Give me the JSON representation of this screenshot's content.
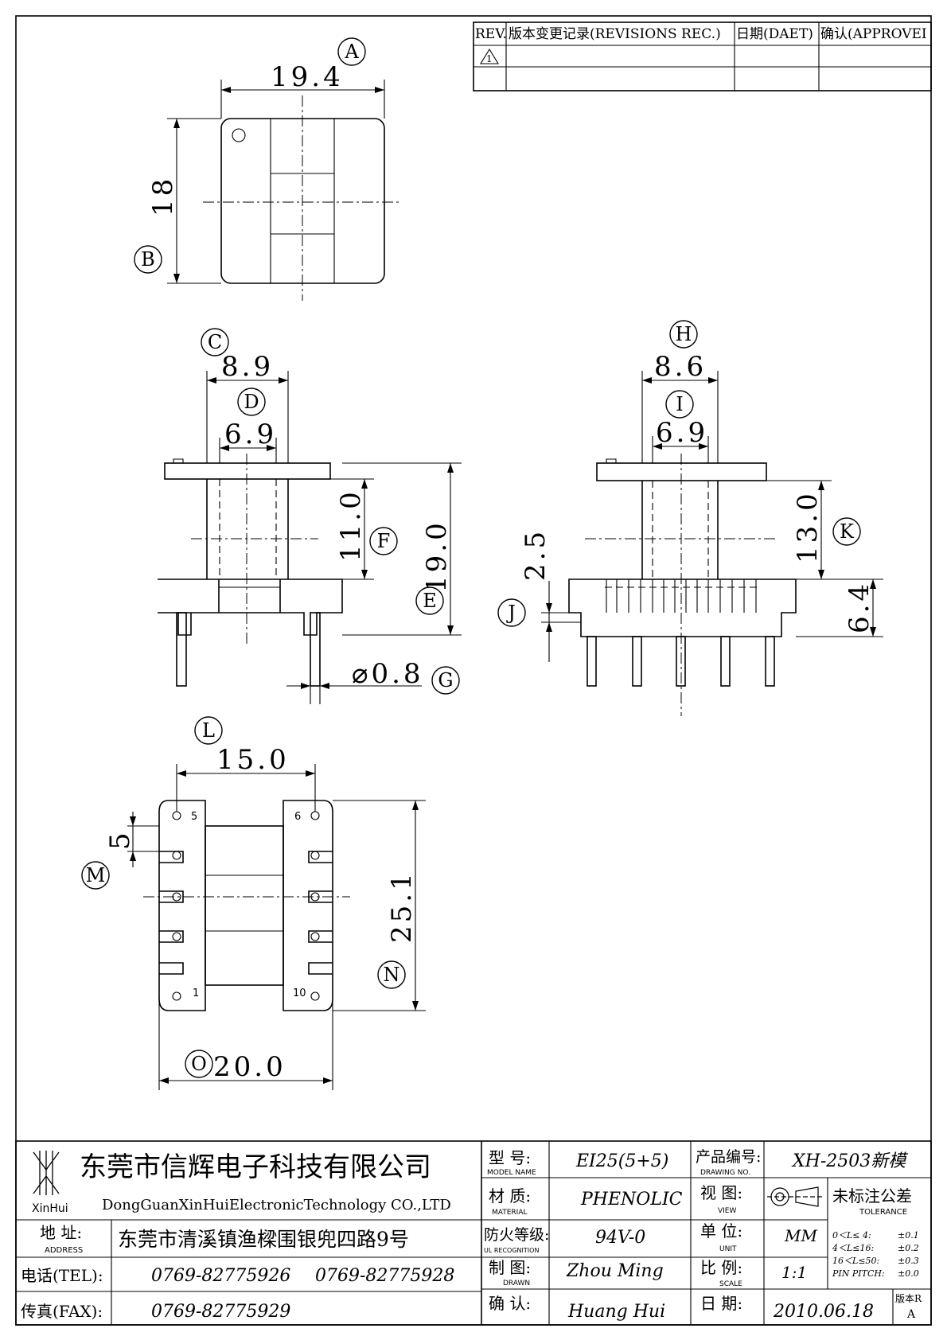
{
  "revision_table": {
    "headers": [
      "REV.",
      "版本变更记录(REVISIONS REC.)",
      "日期(DAET)",
      "确认(APPROVEI"
    ],
    "rev_symbol": "1"
  },
  "dimensions": {
    "A": "19.4",
    "B": "18",
    "C": "8.9",
    "D": "6.9",
    "F": "11.0",
    "E": "19.0",
    "G": "⌀0.8",
    "H": "8.6",
    "I": "6.9",
    "J": "2.5",
    "K": "13.0",
    "K2": "6.4",
    "M": "5",
    "L": "15.0",
    "N": "25.1",
    "O": "20.0"
  },
  "callouts": [
    "A",
    "B",
    "C",
    "D",
    "E",
    "F",
    "G",
    "H",
    "I",
    "J",
    "K",
    "L",
    "M",
    "N",
    "O"
  ],
  "pin_numbers": [
    "5",
    "6",
    "1",
    "10"
  ],
  "title_block": {
    "company_cn": "东莞市信辉电子科技有限公司",
    "company_en": "DongGuanXinHuiElectronicTechnology CO.,LTD",
    "logo_text": "XinHui",
    "address_label": "地  址:",
    "address_label_en": "ADDRESS",
    "address": "东莞市清溪镇渔樑围银兜四路9号",
    "tel_label": "电话(TEL):",
    "tel1": "0769-82775926",
    "tel2": "0769-82775928",
    "fax_label": "传真(FAX):",
    "fax": "0769-82775929",
    "model_label": "型  号:",
    "model_label_en": "MODEL NAME",
    "model": "EI25(5+5)",
    "material_label": "材  质:",
    "material_label_en": "MATERIAL",
    "material": "PHENOLIC",
    "fire_label": "防火等级:",
    "fire_label_en": "UL RECOGNITION",
    "fire": "94V-0",
    "drawn_label": "制  图:",
    "drawn_label_en": "DRAWN",
    "drawn": "Zhou Ming",
    "approve_label": "确  认:",
    "approve": "Huang Hui",
    "drawing_no_label": "产品编号:",
    "drawing_no_label_en": "DRAWING NO.",
    "drawing_no": "XH-2503新模",
    "view_label": "视  图:",
    "view_label_en": "VIEW",
    "unit_label": "单  位:",
    "unit_label_en": "UNIT",
    "unit": "MM",
    "scale_label": "比  例:",
    "scale_label_en": "SCALE",
    "scale": "1:1",
    "date_label": "日  期:",
    "date": "2010.06.18",
    "tolerance_title": "未标注公差",
    "tolerance_en": "TOLERANCE",
    "tolerance_rows": [
      {
        "range": "0＜L≤ 4:",
        "tol": "±0.1"
      },
      {
        "range": "4＜L≤16:",
        "tol": "±0.2"
      },
      {
        "range": "16＜L≤50:",
        "tol": "±0.3"
      },
      {
        "range": "PIN PITCH:",
        "tol": "±0.0"
      }
    ],
    "version_label": "版本R",
    "version": "A"
  }
}
